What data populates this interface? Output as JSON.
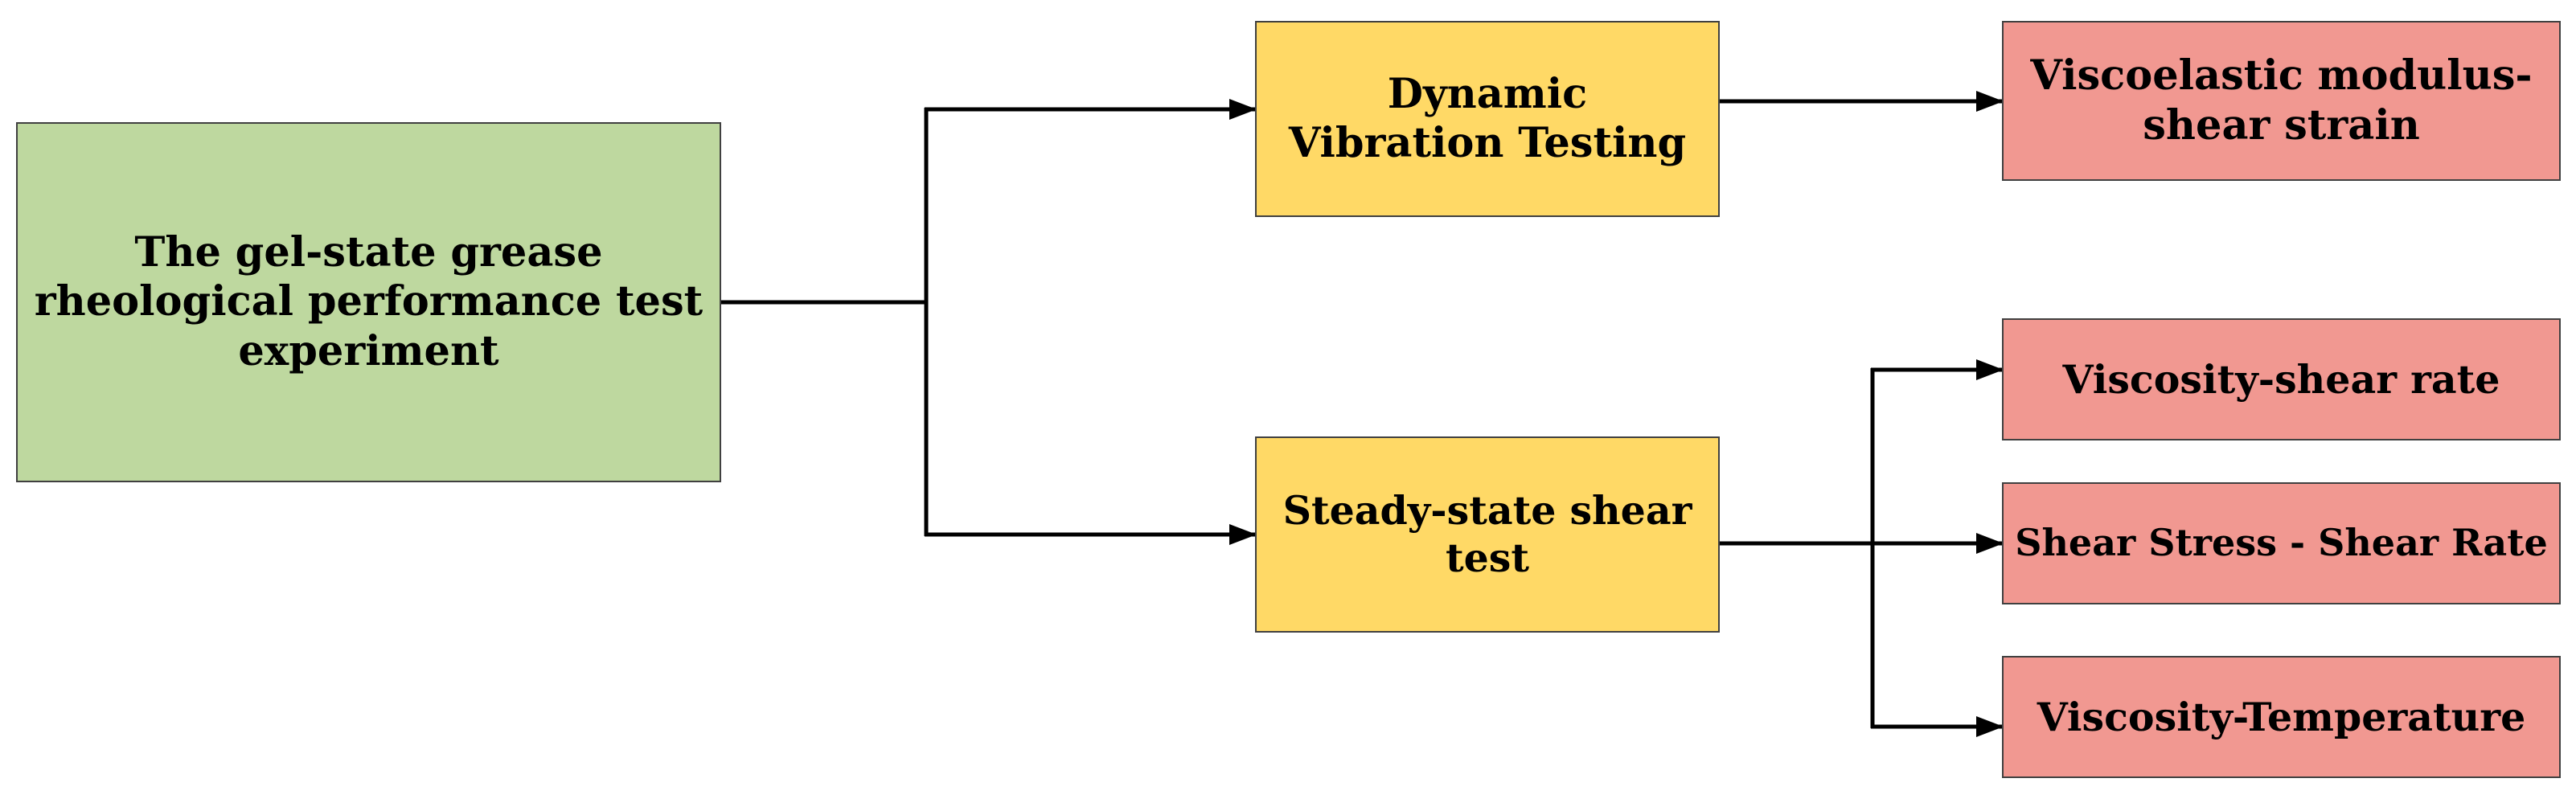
{
  "diagram": {
    "nodes": {
      "root": {
        "label": "The gel-state grease rheological performance test experiment",
        "color": "#bed89f"
      },
      "dynamic": {
        "label": "Dynamic Vibration Testing",
        "color": "#ffd966"
      },
      "steady": {
        "label": "Steady-state shear test",
        "color": "#ffd966"
      },
      "visco_mod": {
        "label": "Viscoelastic modulus-shear strain",
        "color": "#f19891"
      },
      "visc_rate": {
        "label": "Viscosity-shear rate",
        "color": "#f19891"
      },
      "stress_rate": {
        "label": "Shear Stress - Shear Rate",
        "color": "#f19891"
      },
      "visc_temp": {
        "label": "Viscosity-Temperature",
        "color": "#f19891"
      }
    },
    "edges": [
      {
        "from": "root",
        "to": "dynamic"
      },
      {
        "from": "root",
        "to": "steady"
      },
      {
        "from": "dynamic",
        "to": "visco_mod"
      },
      {
        "from": "steady",
        "to": "visc_rate"
      },
      {
        "from": "steady",
        "to": "stress_rate"
      },
      {
        "from": "steady",
        "to": "visc_temp"
      }
    ]
  }
}
